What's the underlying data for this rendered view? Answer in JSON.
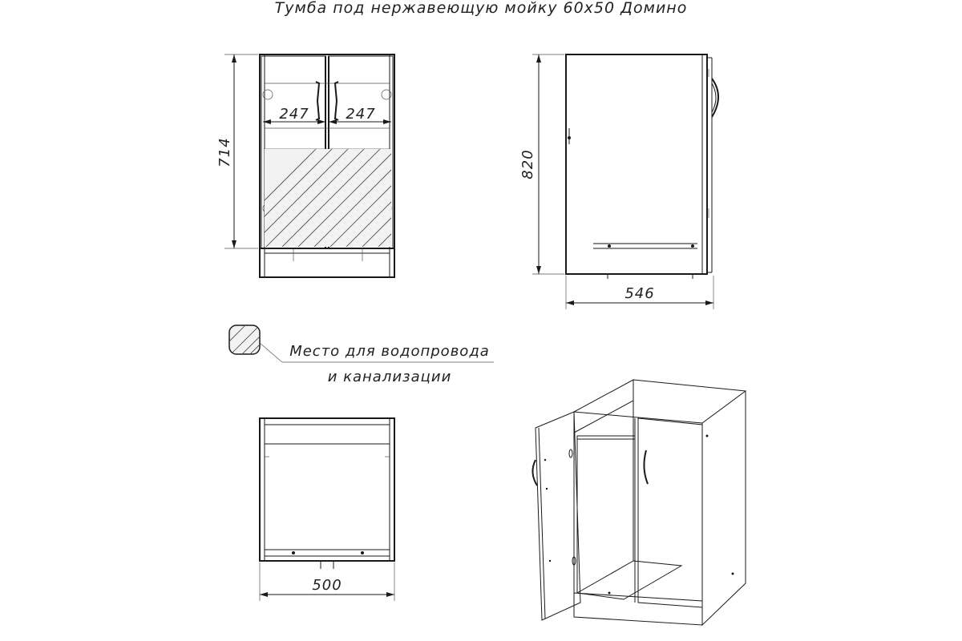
{
  "title": "Тумба под нержавеющую мойку 60x50 Домино",
  "front_view": {
    "height_dim": "714",
    "door_width_left": "247",
    "door_width_right": "247"
  },
  "side_view": {
    "height_dim": "820",
    "depth_dim": "546"
  },
  "legend": {
    "line1": "Место для водопровода",
    "line2": "и канализации"
  },
  "top_view": {
    "width_dim": "500"
  }
}
